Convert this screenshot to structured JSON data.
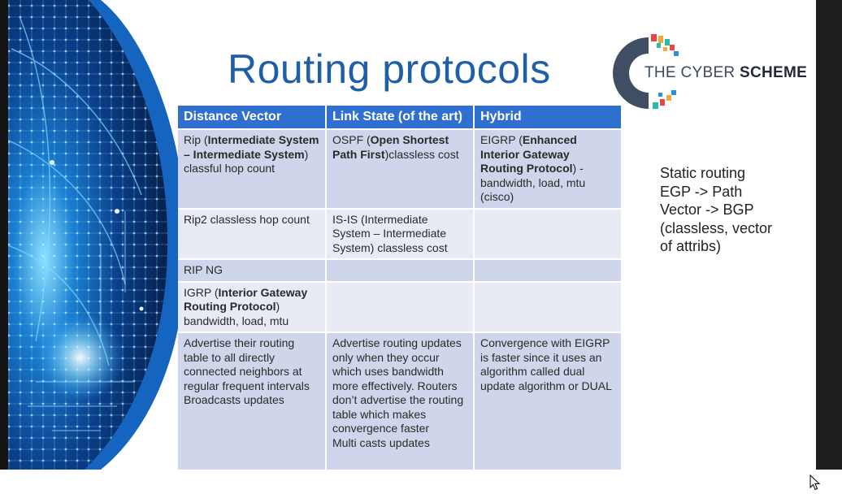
{
  "slide": {
    "title": "Routing protocols",
    "logo": {
      "text_light": "THE CYBER ",
      "text_bold": "SCHEME"
    },
    "side_note": "Static routing\nEGP -> Path\nVector -> BGP\n(classless, vector\nof attribs)"
  },
  "table": {
    "headers": [
      "Distance Vector",
      "Link State (of the art)",
      "Hybrid"
    ],
    "rows": [
      {
        "dv": {
          "pre": "Rip (",
          "bold": "Intermediate System – Intermediate System",
          "post": ") classful hop count"
        },
        "ls": {
          "pre": "OSPF (",
          "bold": "Open Shortest Path First",
          "post": ")classless cost"
        },
        "hy": {
          "pre": "EIGRP (",
          "bold": "Enhanced Interior Gateway Routing Protocol",
          "post": ") - bandwidth, load, mtu (cisco)"
        }
      },
      {
        "dv": "Rip2 classless hop count",
        "ls": "IS-IS (Intermediate System – Intermediate System) classless cost",
        "hy": ""
      },
      {
        "dv": "RIP NG",
        "ls": "",
        "hy": ""
      },
      {
        "dv": {
          "pre": "IGRP (",
          "bold": "Interior Gateway Routing Protocol",
          "post": ")\nbandwidth, load, mtu"
        },
        "ls": "",
        "hy": ""
      },
      {
        "dv": "Advertise their routing table to all directly connected neighbors at regular frequent intervals\nBroadcasts updates",
        "ls": "Advertise routing updates only when they occur which uses bandwidth more effectively. Routers don’t advertise the routing table which makes convergence faster\nMulti casts updates",
        "hy": "Convergence with EIGRP is faster since it uses an algorithm called dual update algorithm or DUAL"
      }
    ]
  },
  "colors": {
    "title": "#1f5fa8",
    "header_bg": "#2f6fcf",
    "row_dark": "#cfd6eb",
    "row_light": "#e8ebf4"
  },
  "icons": {
    "cursor": "mouse-pointer-icon",
    "globe": "network-globe-graphic"
  }
}
